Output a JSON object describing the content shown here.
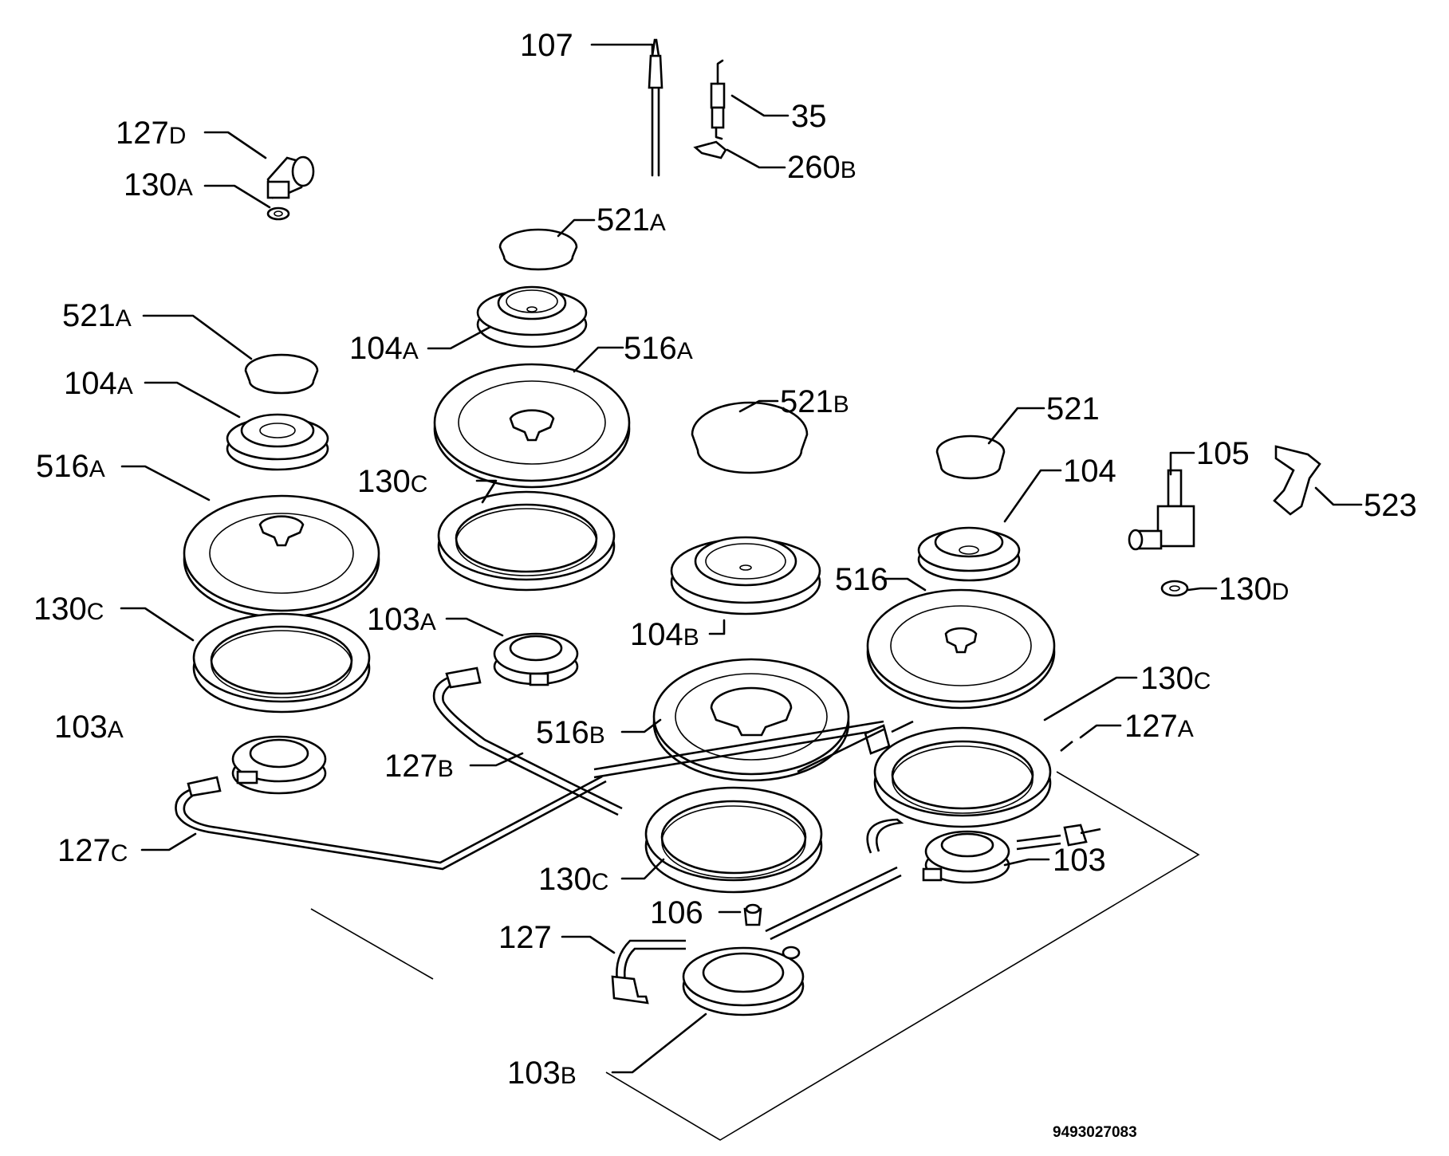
{
  "labels": {
    "l107": {
      "num": "107",
      "suffix": ""
    },
    "l35": {
      "num": "35",
      "suffix": ""
    },
    "l260B": {
      "num": "260",
      "suffix": "B"
    },
    "l127D": {
      "num": "127",
      "suffix": "D"
    },
    "l130A": {
      "num": "130",
      "suffix": "A"
    },
    "l521A_c": {
      "num": "521",
      "suffix": "A"
    },
    "l521A_l": {
      "num": "521",
      "suffix": "A"
    },
    "l104A_c": {
      "num": "104",
      "suffix": "A"
    },
    "l104A_l": {
      "num": "104",
      "suffix": "A"
    },
    "l516A_c": {
      "num": "516",
      "suffix": "A"
    },
    "l516A_l": {
      "num": "516",
      "suffix": "A"
    },
    "l521B": {
      "num": "521",
      "suffix": "B"
    },
    "l521": {
      "num": "521",
      "suffix": ""
    },
    "l105": {
      "num": "105",
      "suffix": ""
    },
    "l523": {
      "num": "523",
      "suffix": ""
    },
    "l104": {
      "num": "104",
      "suffix": ""
    },
    "l130C_c": {
      "num": "130",
      "suffix": "C"
    },
    "l130C_l": {
      "num": "130",
      "suffix": "C"
    },
    "l130D": {
      "num": "130",
      "suffix": "D"
    },
    "l516": {
      "num": "516",
      "suffix": ""
    },
    "l103A_c": {
      "num": "103",
      "suffix": "A"
    },
    "l103A_l": {
      "num": "103",
      "suffix": "A"
    },
    "l104B": {
      "num": "104",
      "suffix": "B"
    },
    "l130C_r": {
      "num": "130",
      "suffix": "C"
    },
    "l127A": {
      "num": "127",
      "suffix": "A"
    },
    "l516B": {
      "num": "516",
      "suffix": "B"
    },
    "l127B": {
      "num": "127",
      "suffix": "B"
    },
    "l127C": {
      "num": "127",
      "suffix": "C"
    },
    "l103": {
      "num": "103",
      "suffix": ""
    },
    "l130C_b": {
      "num": "130",
      "suffix": "C"
    },
    "l106": {
      "num": "106",
      "suffix": ""
    },
    "l127": {
      "num": "127",
      "suffix": ""
    },
    "l103B": {
      "num": "103",
      "suffix": "B"
    }
  },
  "document_number": "9493027083"
}
